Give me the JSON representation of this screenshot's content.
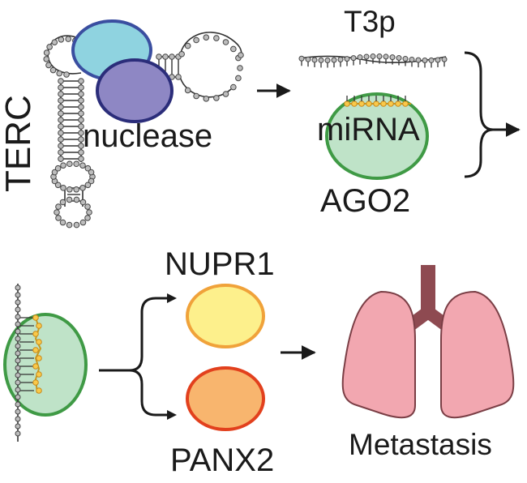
{
  "labels": {
    "terc": "TERC",
    "nuclease": "nuclease",
    "t3p": "T3p",
    "mirna": "miRNA",
    "ago2": "AGO2",
    "nupr1": "NUPR1",
    "panx2": "PANX2",
    "metastasis": "Metastasis"
  },
  "colors": {
    "nuclease_light": "#8fd3e0",
    "nuclease_dark": "#8e87c4",
    "nuclease_outline": "#2b2d7a",
    "ago2_fill": "#bfe3c8",
    "ago2_outline": "#3f9a45",
    "nupr1_fill": "#fdf08c",
    "nupr1_outline": "#f0a23a",
    "panx2_fill": "#f8b56e",
    "panx2_outline": "#e2401d",
    "lung_fill": "#f2a7b0",
    "lung_outline": "#7a3e45",
    "trachea": "#8e4a51",
    "rna_bead": "#bdbdbd",
    "mirna_bead": "#f9c94a"
  }
}
